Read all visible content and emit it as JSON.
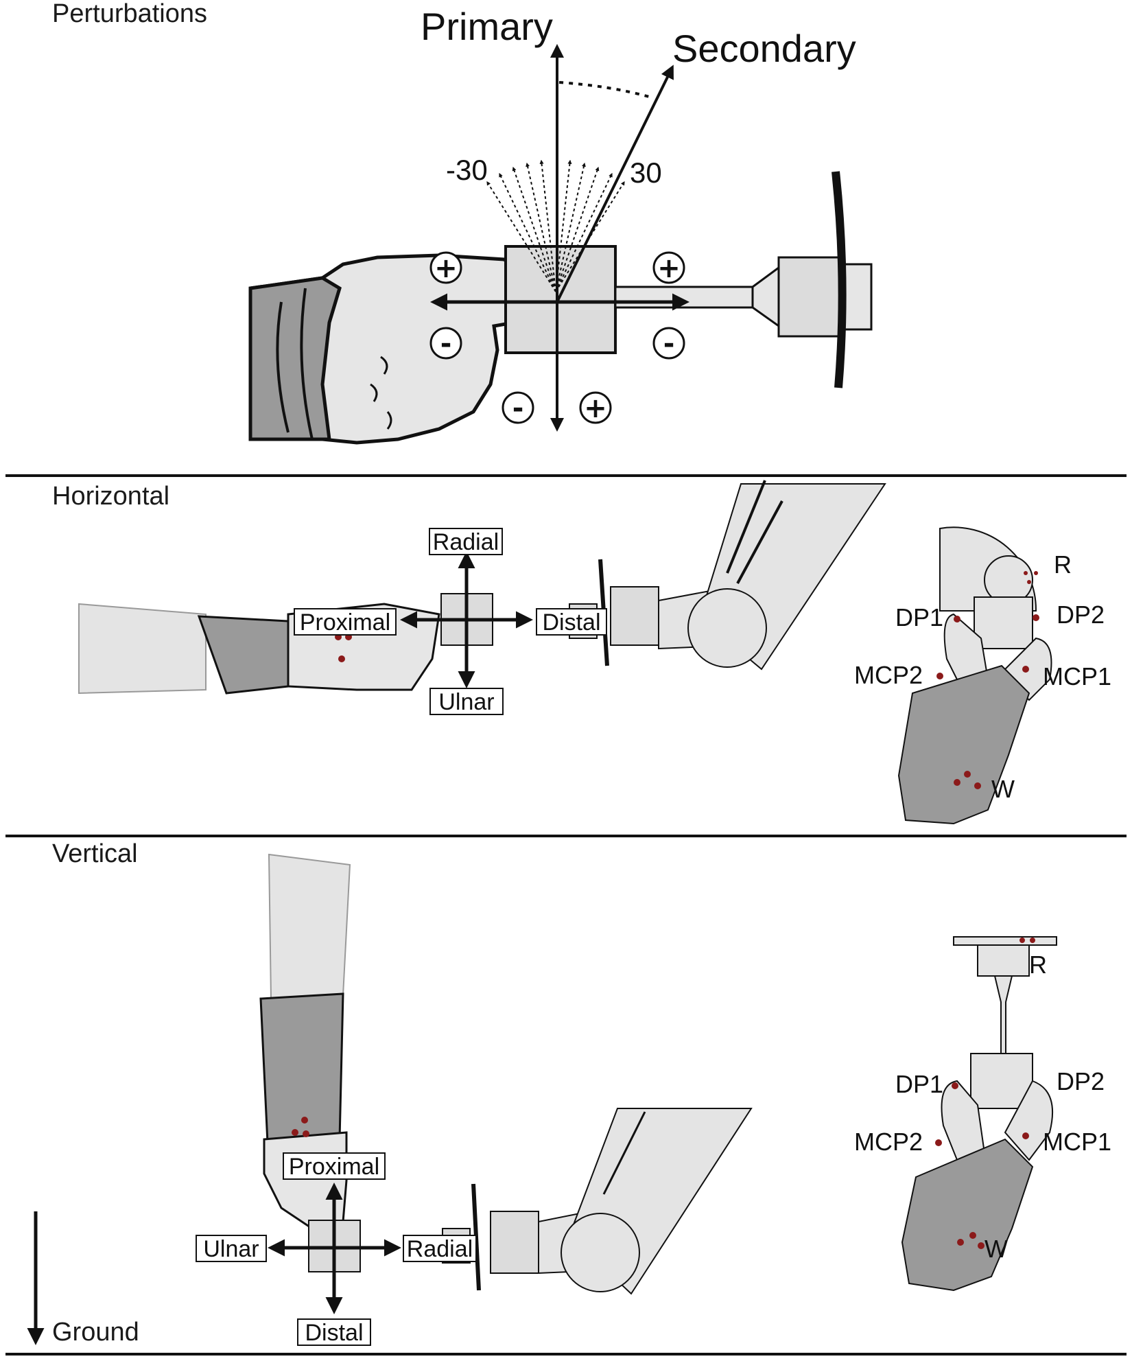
{
  "panels": {
    "perturbations": {
      "title": "Perturbations"
    },
    "horizontal": {
      "title": "Horizontal"
    },
    "vertical": {
      "title": "Vertical"
    }
  },
  "perturbation_axes": {
    "primary": "Primary",
    "secondary": "Secondary",
    "angle_min": "-30",
    "angle_max": "30",
    "plus": "+",
    "minus": "-"
  },
  "directions": {
    "radial": "Radial",
    "ulnar": "Ulnar",
    "proximal": "Proximal",
    "distal": "Distal"
  },
  "markers": {
    "r": "R",
    "dp1": "DP1",
    "dp2": "DP2",
    "mcp1": "MCP1",
    "mcp2": "MCP2",
    "w": "W"
  },
  "ground": "Ground",
  "colors": {
    "ink": "#111111",
    "skin": "#e4e4e4",
    "glove": "#9a9a9a",
    "device": "#dcdcdc",
    "marker": "#8b1a1a"
  }
}
